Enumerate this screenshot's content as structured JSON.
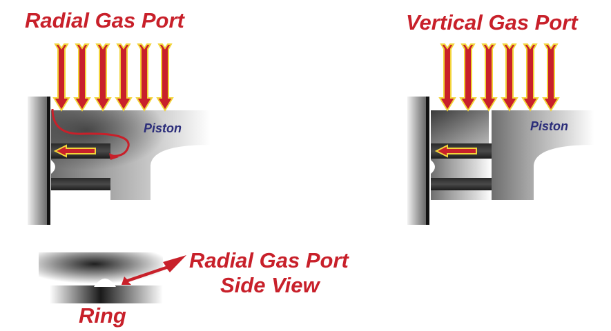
{
  "titles": {
    "radial": "Radial Gas Port",
    "vertical": "Vertical Gas Port",
    "side_view_line1": "Radial Gas Port",
    "side_view_line2": "Side View",
    "ring": "Ring"
  },
  "labels": {
    "piston_left": "Piston",
    "piston_right": "Piston"
  },
  "colors": {
    "label_red": "#c8202a",
    "arrow_red": "#c8202a",
    "arrow_outline": "#f2d43a",
    "piston_text": "#2b2d7a"
  }
}
